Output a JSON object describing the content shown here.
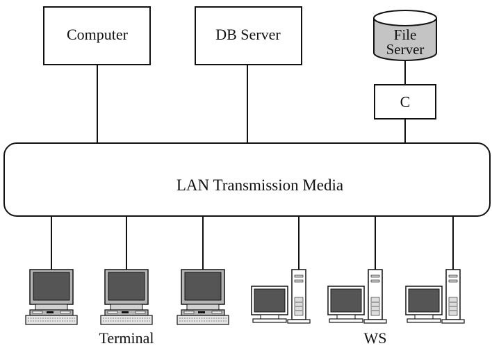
{
  "diagram": {
    "top_nodes": {
      "computer": "Computer",
      "db_server": "DB Server",
      "file_server_line1": "File",
      "file_server_line2": "Server",
      "controller": "C"
    },
    "network": {
      "label": "LAN Transmission Media"
    },
    "groups": {
      "terminal": "Terminal",
      "workstation": "WS"
    }
  },
  "colors": {
    "stroke": "#111111",
    "cylinder_fill": "#c4c4c4",
    "screen_dark": "#555555",
    "device_mid": "#b5b5b5",
    "device_light": "#e6e6e6"
  }
}
